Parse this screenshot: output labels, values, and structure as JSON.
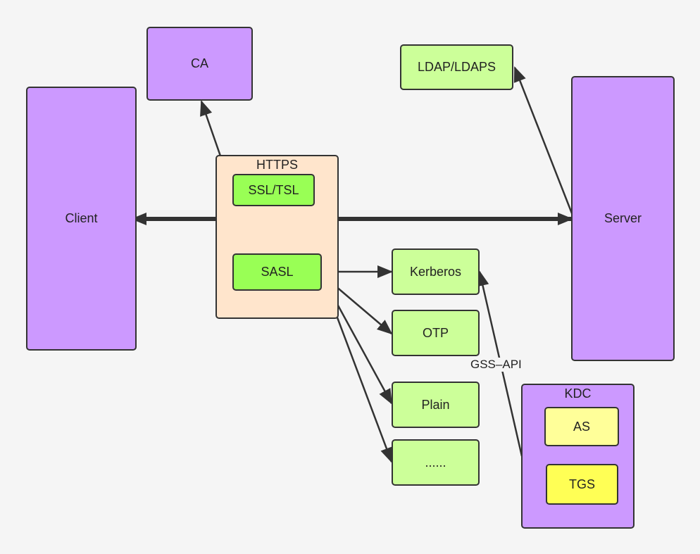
{
  "nodes": {
    "client": "Client",
    "server": "Server",
    "ca": "CA",
    "ldap": "LDAP/LDAPS",
    "https": "HTTPS",
    "ssl_tsl": "SSL/TSL",
    "sasl": "SASL",
    "kerberos": "Kerberos",
    "otp": "OTP",
    "plain": "Plain",
    "more": "......",
    "kdc": "KDC",
    "as": "AS",
    "tgs": "TGS"
  },
  "edge_labels": {
    "gss_api": "GSS–API"
  },
  "colors": {
    "purple": "#cc99ff",
    "light_green": "#ccff99",
    "bright_green": "#99ff55",
    "peach": "#ffe5cc",
    "light_yellow": "#ffff99",
    "yellow": "#ffff55"
  }
}
